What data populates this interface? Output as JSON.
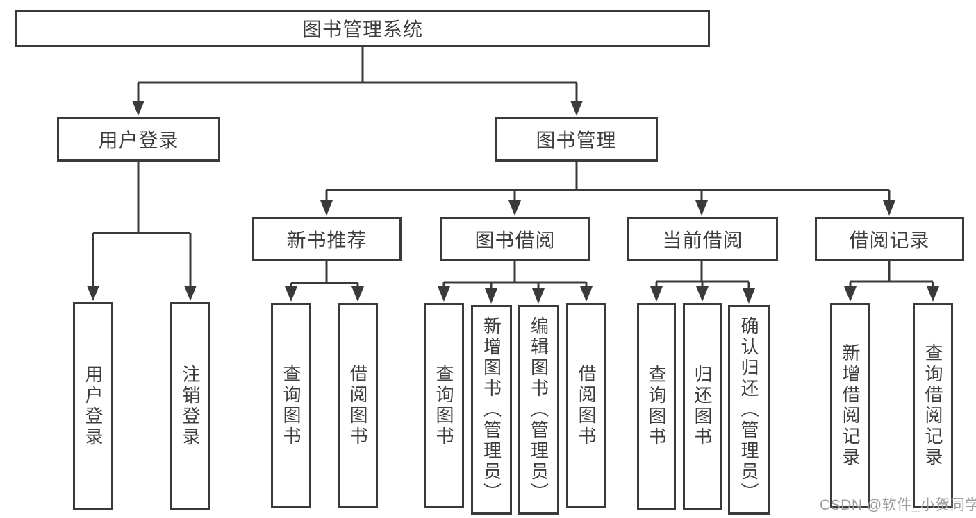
{
  "tree": {
    "root": {
      "label": "图书管理系统"
    },
    "branches": [
      {
        "label": "用户登录",
        "children": [
          {
            "label": "用户登录"
          },
          {
            "label": "注销登录"
          }
        ]
      },
      {
        "label": "图书管理",
        "children": [
          {
            "label": "新书推荐",
            "children": [
              {
                "label": "查询图书"
              },
              {
                "label": "借阅图书"
              }
            ]
          },
          {
            "label": "图书借阅",
            "children": [
              {
                "label": "查询图书"
              },
              {
                "label": "新增图书（管理员）"
              },
              {
                "label": "编辑图书（管理员）"
              },
              {
                "label": "借阅图书"
              }
            ]
          },
          {
            "label": "当前借阅",
            "children": [
              {
                "label": "查询图书"
              },
              {
                "label": "归还图书"
              },
              {
                "label": "确认归还（管理员）"
              }
            ]
          },
          {
            "label": "借阅记录",
            "children": [
              {
                "label": "新增借阅记录"
              },
              {
                "label": "查询借阅记录"
              }
            ]
          }
        ]
      }
    ]
  },
  "watermark": "CSDN @软件_小贺同学",
  "colors": {
    "line": "#3a3a3a",
    "text": "#3d3d3d",
    "watermark": "#9d9d9d",
    "background": "#ffffff"
  }
}
